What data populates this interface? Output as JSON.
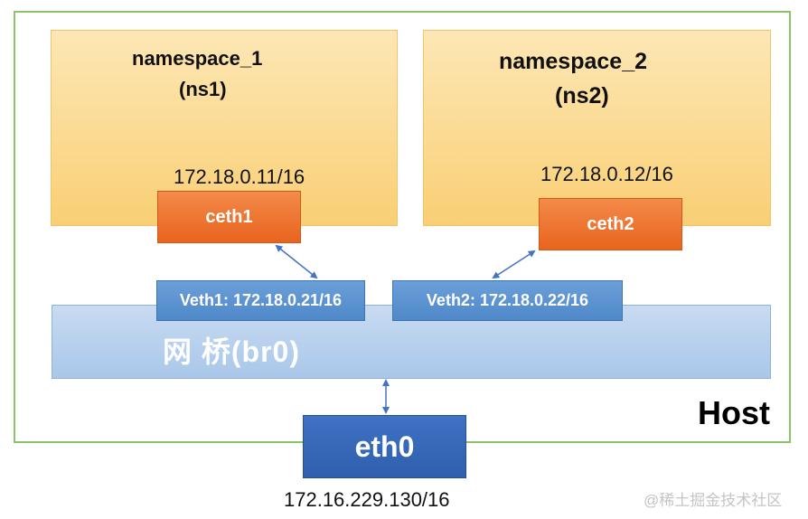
{
  "host": {
    "label": "Host"
  },
  "namespaces": [
    {
      "name": "namespace_1",
      "short": "(ns1)",
      "ip": "172.18.0.11/16",
      "interface": "ceth1"
    },
    {
      "name": "namespace_2",
      "short": "(ns2)",
      "ip": "172.18.0.12/16",
      "interface": "ceth2"
    }
  ],
  "bridge": {
    "label": "网 桥(br0)"
  },
  "veths": [
    {
      "label": "Veth1: 172.18.0.21/16"
    },
    {
      "label": "Veth2: 172.18.0.22/16"
    }
  ],
  "eth0": {
    "label": "eth0",
    "ip": "172.16.229.130/16"
  },
  "watermark": "@稀土掘金技术社区",
  "colors": {
    "host_border": "#8cc26a",
    "namespace_fill": "#f9cf75",
    "ceth_fill": "#e8641e",
    "bridge_fill": "#a9c7ea",
    "veth_fill": "#4f88c9",
    "eth0_fill": "#2f5fae",
    "arrow": "#4472c4"
  }
}
